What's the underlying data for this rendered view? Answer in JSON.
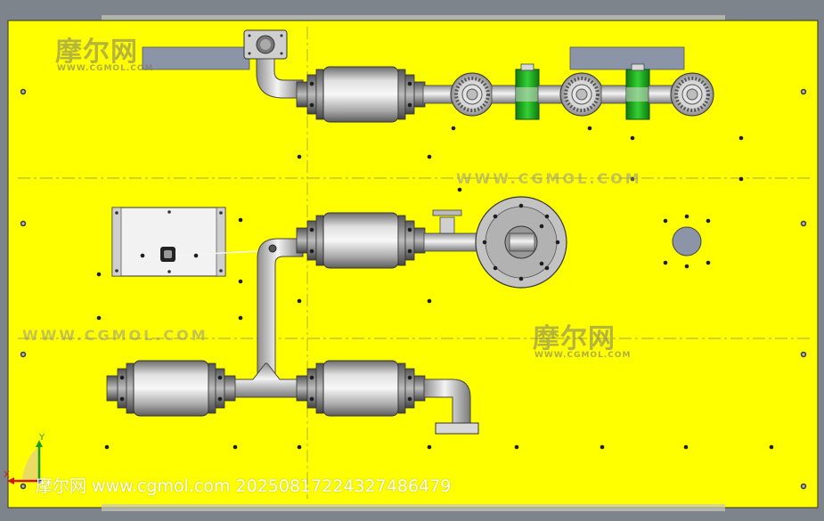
{
  "watermarks": {
    "site_url": "WWW.CGMOL.COM",
    "brand_cn": "摩尔网",
    "brand_url_small": "WWW.CGMOL.COM"
  },
  "footer": {
    "credit": "摩尔网 www.cgmol.com 20250817224327486479"
  },
  "triad": {
    "x_label": "X",
    "y_label": "Y"
  },
  "colors": {
    "plate": "#ffff00",
    "background": "#7d848b",
    "pipe": "#c8c8c8",
    "valve_green": "#1fb61f",
    "slot": "#8c95a8"
  }
}
